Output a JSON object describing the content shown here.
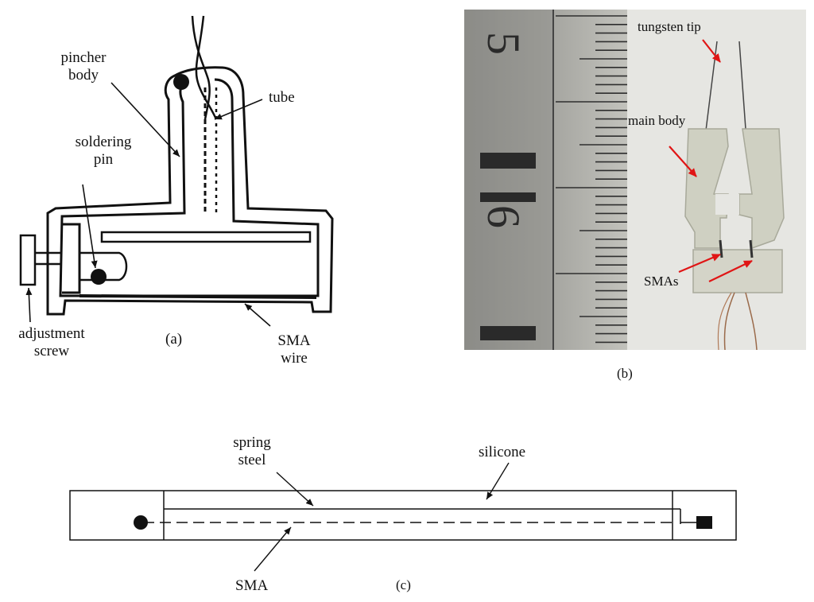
{
  "panel_a": {
    "caption": "(a)",
    "labels": {
      "pincher_body_1": "pincher",
      "pincher_body_2": "body",
      "tube": "tube",
      "soldering_pin_1": "soldering",
      "soldering_pin_2": "pin",
      "adjustment_screw_1": "adjustment",
      "adjustment_screw_2": "screw",
      "sma_wire_1": "SMA",
      "sma_wire_2": "wire"
    }
  },
  "panel_b": {
    "caption": "(b)",
    "labels": {
      "tungsten_tip": "tungsten tip",
      "main_body": "main body",
      "smas": "SMAs"
    },
    "ruler_marks": [
      "5",
      "6"
    ],
    "arrow_color": "#e01515"
  },
  "panel_c": {
    "caption": "(c)",
    "labels": {
      "spring_steel_1": "spring",
      "spring_steel_2": "steel",
      "silicone": "silicone",
      "sma": "SMA"
    }
  }
}
